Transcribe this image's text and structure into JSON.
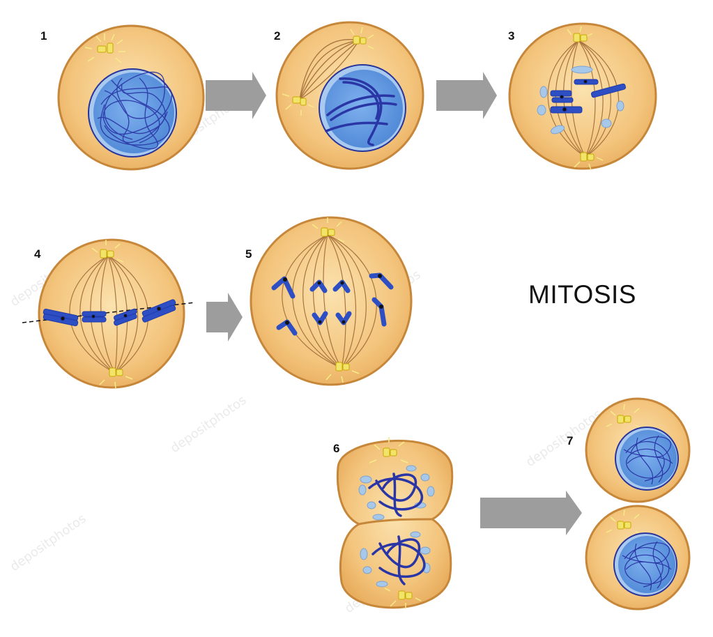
{
  "title": "MITOSIS",
  "steps": [
    {
      "number": "1"
    },
    {
      "number": "2"
    },
    {
      "number": "3"
    },
    {
      "number": "4"
    },
    {
      "number": "5"
    },
    {
      "number": "6"
    },
    {
      "number": "7"
    }
  ],
  "watermark": "depositphotos",
  "colors": {
    "cell_fill": "#f3c680",
    "cell_edge": "#c7873a",
    "fiber": "#a87440",
    "nucleus_light": "#a9c9ee",
    "nucleus": "#5b93dc",
    "chromatin": "#2a36a6",
    "chromosome": "#2e4fc4",
    "centriole": "#f2e46a",
    "arrow": "#9d9d9d",
    "vesicle": "#a8c8ea"
  }
}
